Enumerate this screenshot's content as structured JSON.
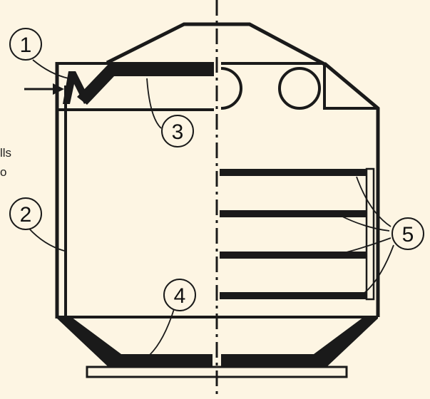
{
  "colors": {
    "background": "#fdf5e3",
    "ink": "#1a1a1a"
  },
  "callouts": {
    "c1": "1",
    "c2": "2",
    "c3": "3",
    "c4": "4",
    "c5": "5"
  },
  "edge_text": {
    "line1": "lls",
    "line2": "o"
  },
  "icons": {
    "inlet_arrow": "arrow-right-icon",
    "centerline": "dash-dot-line"
  }
}
